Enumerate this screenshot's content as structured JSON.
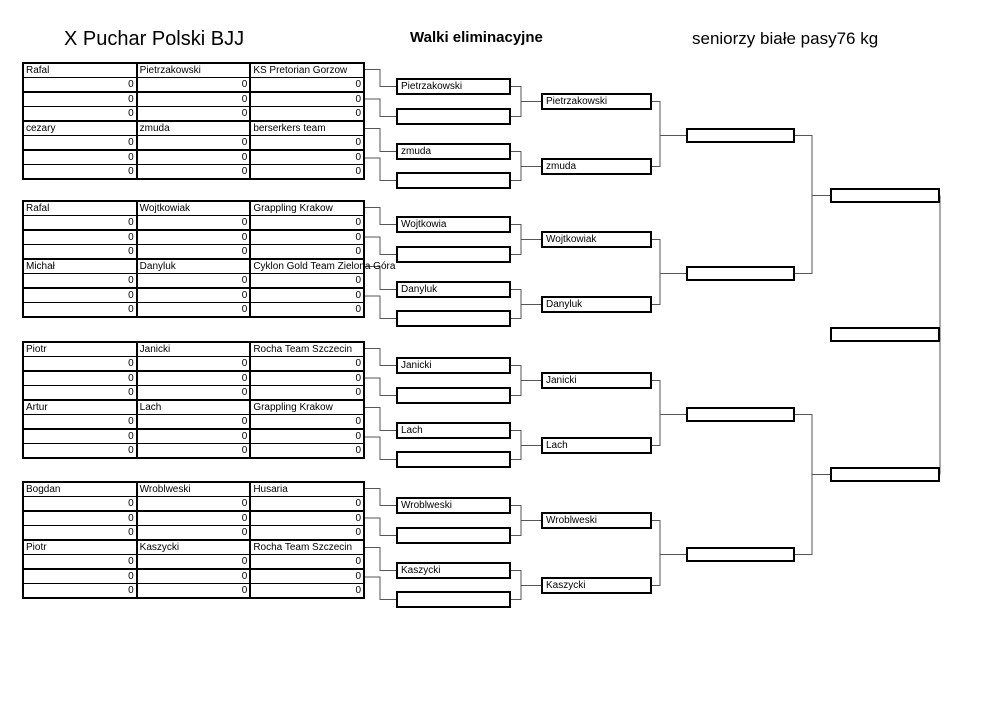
{
  "header": {
    "title": "X Puchar Polski BJJ",
    "stage": "Walki eliminacyjne",
    "category": "seniorzy białe pasy76 kg"
  },
  "groups": [
    {
      "competitors": [
        {
          "first": "Rafal",
          "last": "Pietrzakowski",
          "team": "KS Pretorian Gorzow"
        },
        {
          "first": "cezary",
          "last": "zmuda",
          "team": "berserkers team"
        }
      ],
      "scores": [
        [
          "0",
          "0",
          "0"
        ],
        [
          "0",
          "0",
          "0"
        ],
        [
          "0",
          "0",
          "0"
        ],
        [
          "0",
          "0",
          "0"
        ],
        [
          "0",
          "0",
          "0"
        ],
        [
          "0",
          "0",
          "0"
        ]
      ],
      "round1": [
        "Pietrzakowski",
        "",
        "zmuda",
        ""
      ],
      "round2": [
        "Pietrzakowski",
        "zmuda"
      ],
      "round3": ""
    },
    {
      "competitors": [
        {
          "first": "Rafal",
          "last": "Wojtkowiak",
          "team": "Grappling Krakow"
        },
        {
          "first": "Michał",
          "last": "Danyluk",
          "team": "Cyklon Gold Team Zielona Góra"
        }
      ],
      "scores": [
        [
          "0",
          "0",
          "0"
        ],
        [
          "0",
          "0",
          "0"
        ],
        [
          "0",
          "0",
          "0"
        ],
        [
          "0",
          "0",
          "0"
        ],
        [
          "0",
          "0",
          "0"
        ],
        [
          "0",
          "0",
          "0"
        ]
      ],
      "round1": [
        "Wojtkowia",
        "",
        "Danyluk",
        ""
      ],
      "round2": [
        "Wojtkowiak",
        "Danyluk"
      ],
      "round3": ""
    },
    {
      "competitors": [
        {
          "first": "Piotr",
          "last": "Janicki",
          "team": "Rocha Team Szczecin"
        },
        {
          "first": "Artur",
          "last": "Lach",
          "team": "Grappling Krakow"
        }
      ],
      "scores": [
        [
          "0",
          "0",
          "0"
        ],
        [
          "0",
          "0",
          "0"
        ],
        [
          "0",
          "0",
          "0"
        ],
        [
          "0",
          "0",
          "0"
        ],
        [
          "0",
          "0",
          "0"
        ],
        [
          "0",
          "0",
          "0"
        ]
      ],
      "round1": [
        "Janicki",
        "",
        "Lach",
        ""
      ],
      "round2": [
        "Janicki",
        "Lach"
      ],
      "round3": ""
    },
    {
      "competitors": [
        {
          "first": "Bogdan",
          "last": "Wroblweski",
          "team": "Husaria"
        },
        {
          "first": "Piotr",
          "last": "Kaszycki",
          "team": "Rocha Team Szczecin"
        }
      ],
      "scores": [
        [
          "0",
          "0",
          "0"
        ],
        [
          "0",
          "0",
          "0"
        ],
        [
          "0",
          "0",
          "0"
        ],
        [
          "0",
          "0",
          "0"
        ],
        [
          "0",
          "0",
          "0"
        ],
        [
          "0",
          "0",
          "0"
        ]
      ],
      "round1": [
        "Wroblweski",
        "",
        "Kaszycki",
        ""
      ],
      "round2": [
        "Wroblweski",
        "Kaszycki"
      ],
      "round3": ""
    }
  ],
  "finals": {
    "semifinal_top": "",
    "semifinal_bottom": "",
    "final": ""
  }
}
